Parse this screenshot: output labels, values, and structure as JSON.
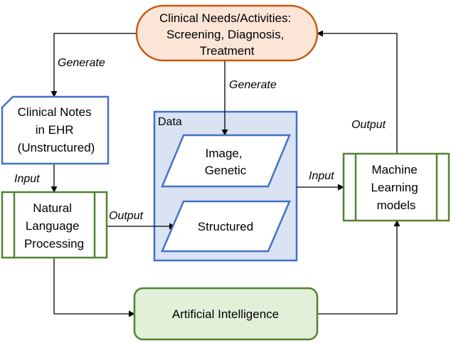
{
  "nodes": {
    "clinical_needs": [
      "Clinical Needs/Activities:",
      "Screening, Diagnosis,",
      "Treatment"
    ],
    "clinical_notes": [
      "Clinical Notes",
      "in EHR",
      "(Unstructured)"
    ],
    "nlp": [
      "Natural",
      "Language",
      "Processing"
    ],
    "data_group": "Data",
    "image_genetic": [
      "Image,",
      "Genetic"
    ],
    "structured": [
      "Structured"
    ],
    "ml": [
      "Machine",
      "Learning",
      "models"
    ],
    "ai": [
      "Artificial Intelligence"
    ]
  },
  "edges": {
    "generate_left": "Generate",
    "generate_center": "Generate",
    "input_nlp": "Input",
    "output_nlp": "Output",
    "input_ml": "Input",
    "output_ml": "Output"
  },
  "colors": {
    "orange_fill": "#fbe5d6",
    "orange_stroke": "#c55a11",
    "blue_stroke": "#4472c4",
    "blue_fill": "#dae3f3",
    "green_stroke": "#548235",
    "green_fill": "#e2f0d9"
  }
}
